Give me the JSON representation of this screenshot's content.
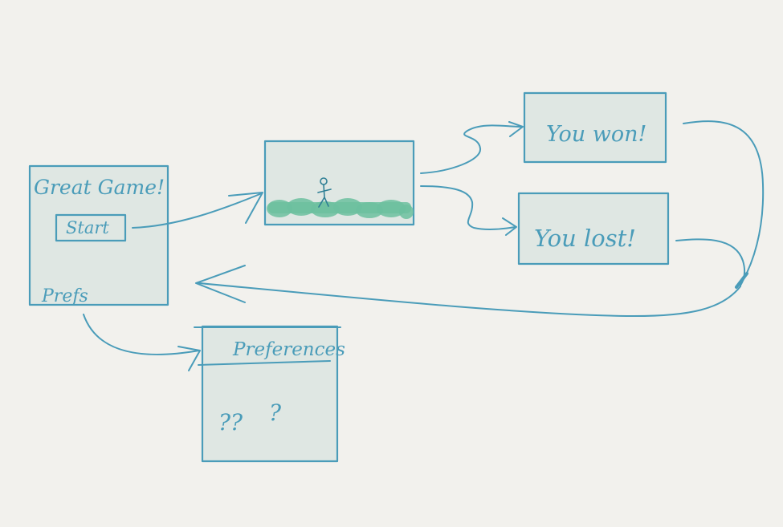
{
  "title_screen": {
    "title": "Great Game!",
    "start_button": "Start",
    "prefs_link": "Prefs"
  },
  "game_screen": {},
  "won_screen": {
    "message": "You won!"
  },
  "lost_screen": {
    "message": "You lost!"
  },
  "preferences_screen": {
    "title": "Preferences",
    "body": "??"
  },
  "colors": {
    "ink": "#4a9cb9",
    "screen_fill": "#dfe7e3",
    "grass": "#6cbf9f",
    "background": "#f2f1ed"
  }
}
